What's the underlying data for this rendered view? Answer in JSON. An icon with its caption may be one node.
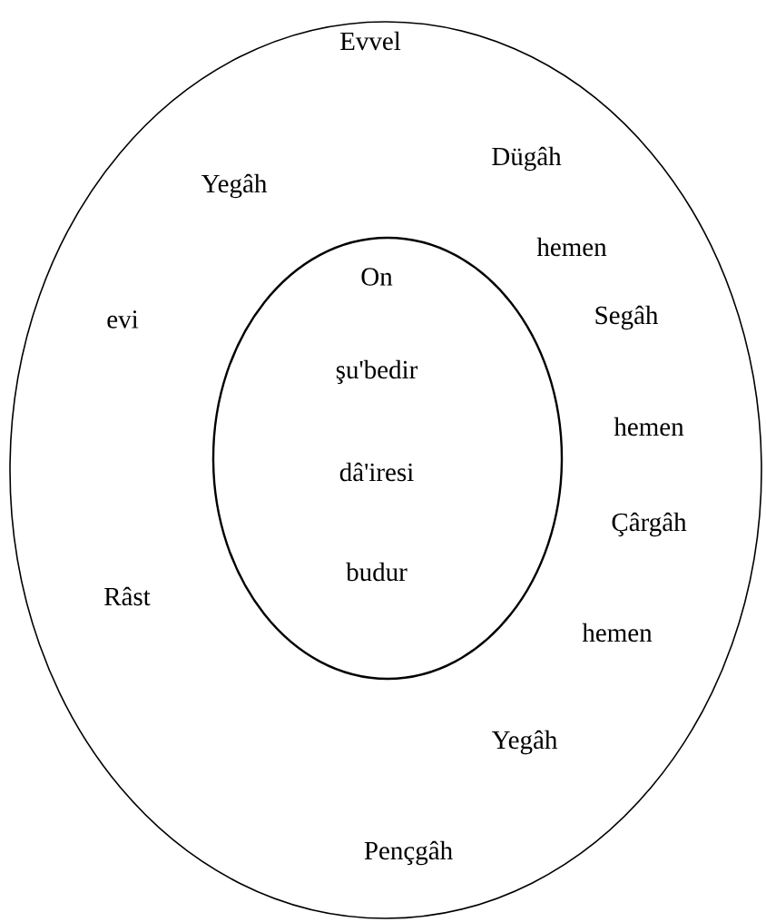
{
  "diagram": {
    "nodes": [
      {
        "text": [
          "Evvel",
          "Dügâh",
          "hemen",
          "Segâh",
          "hemen",
          "Çârgâh",
          "hemen",
          "Yegâh",
          "Pençgâh",
          "Râst",
          "evi",
          "Yegâh"
        ]
      },
      {
        "text": [
          "On",
          "şu'bedir",
          "dâ'iresi",
          "budur"
        ],
        "in": 0
      }
    ]
  }
}
